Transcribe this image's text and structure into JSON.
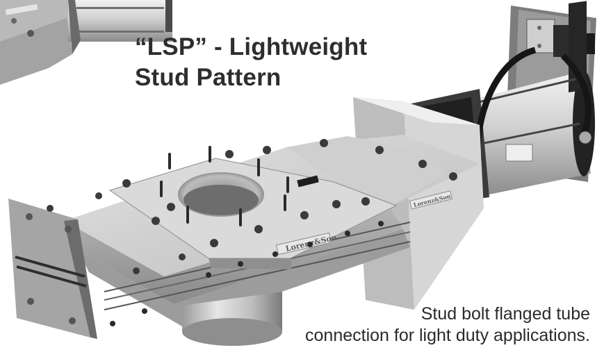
{
  "heading": {
    "line1": "“LSP” - Lightweight",
    "line2": "Stud Pattern"
  },
  "caption": {
    "line1": "Stud bolt flanged tube",
    "line2": "connection for light duty applications."
  },
  "labels": {
    "brand": "Lorenz&Son"
  },
  "colors": {
    "text": "#2e2e2e",
    "metal": "#c8c8c8",
    "cylinder": "#d4d4d4",
    "dark": "#1e1e1e"
  }
}
